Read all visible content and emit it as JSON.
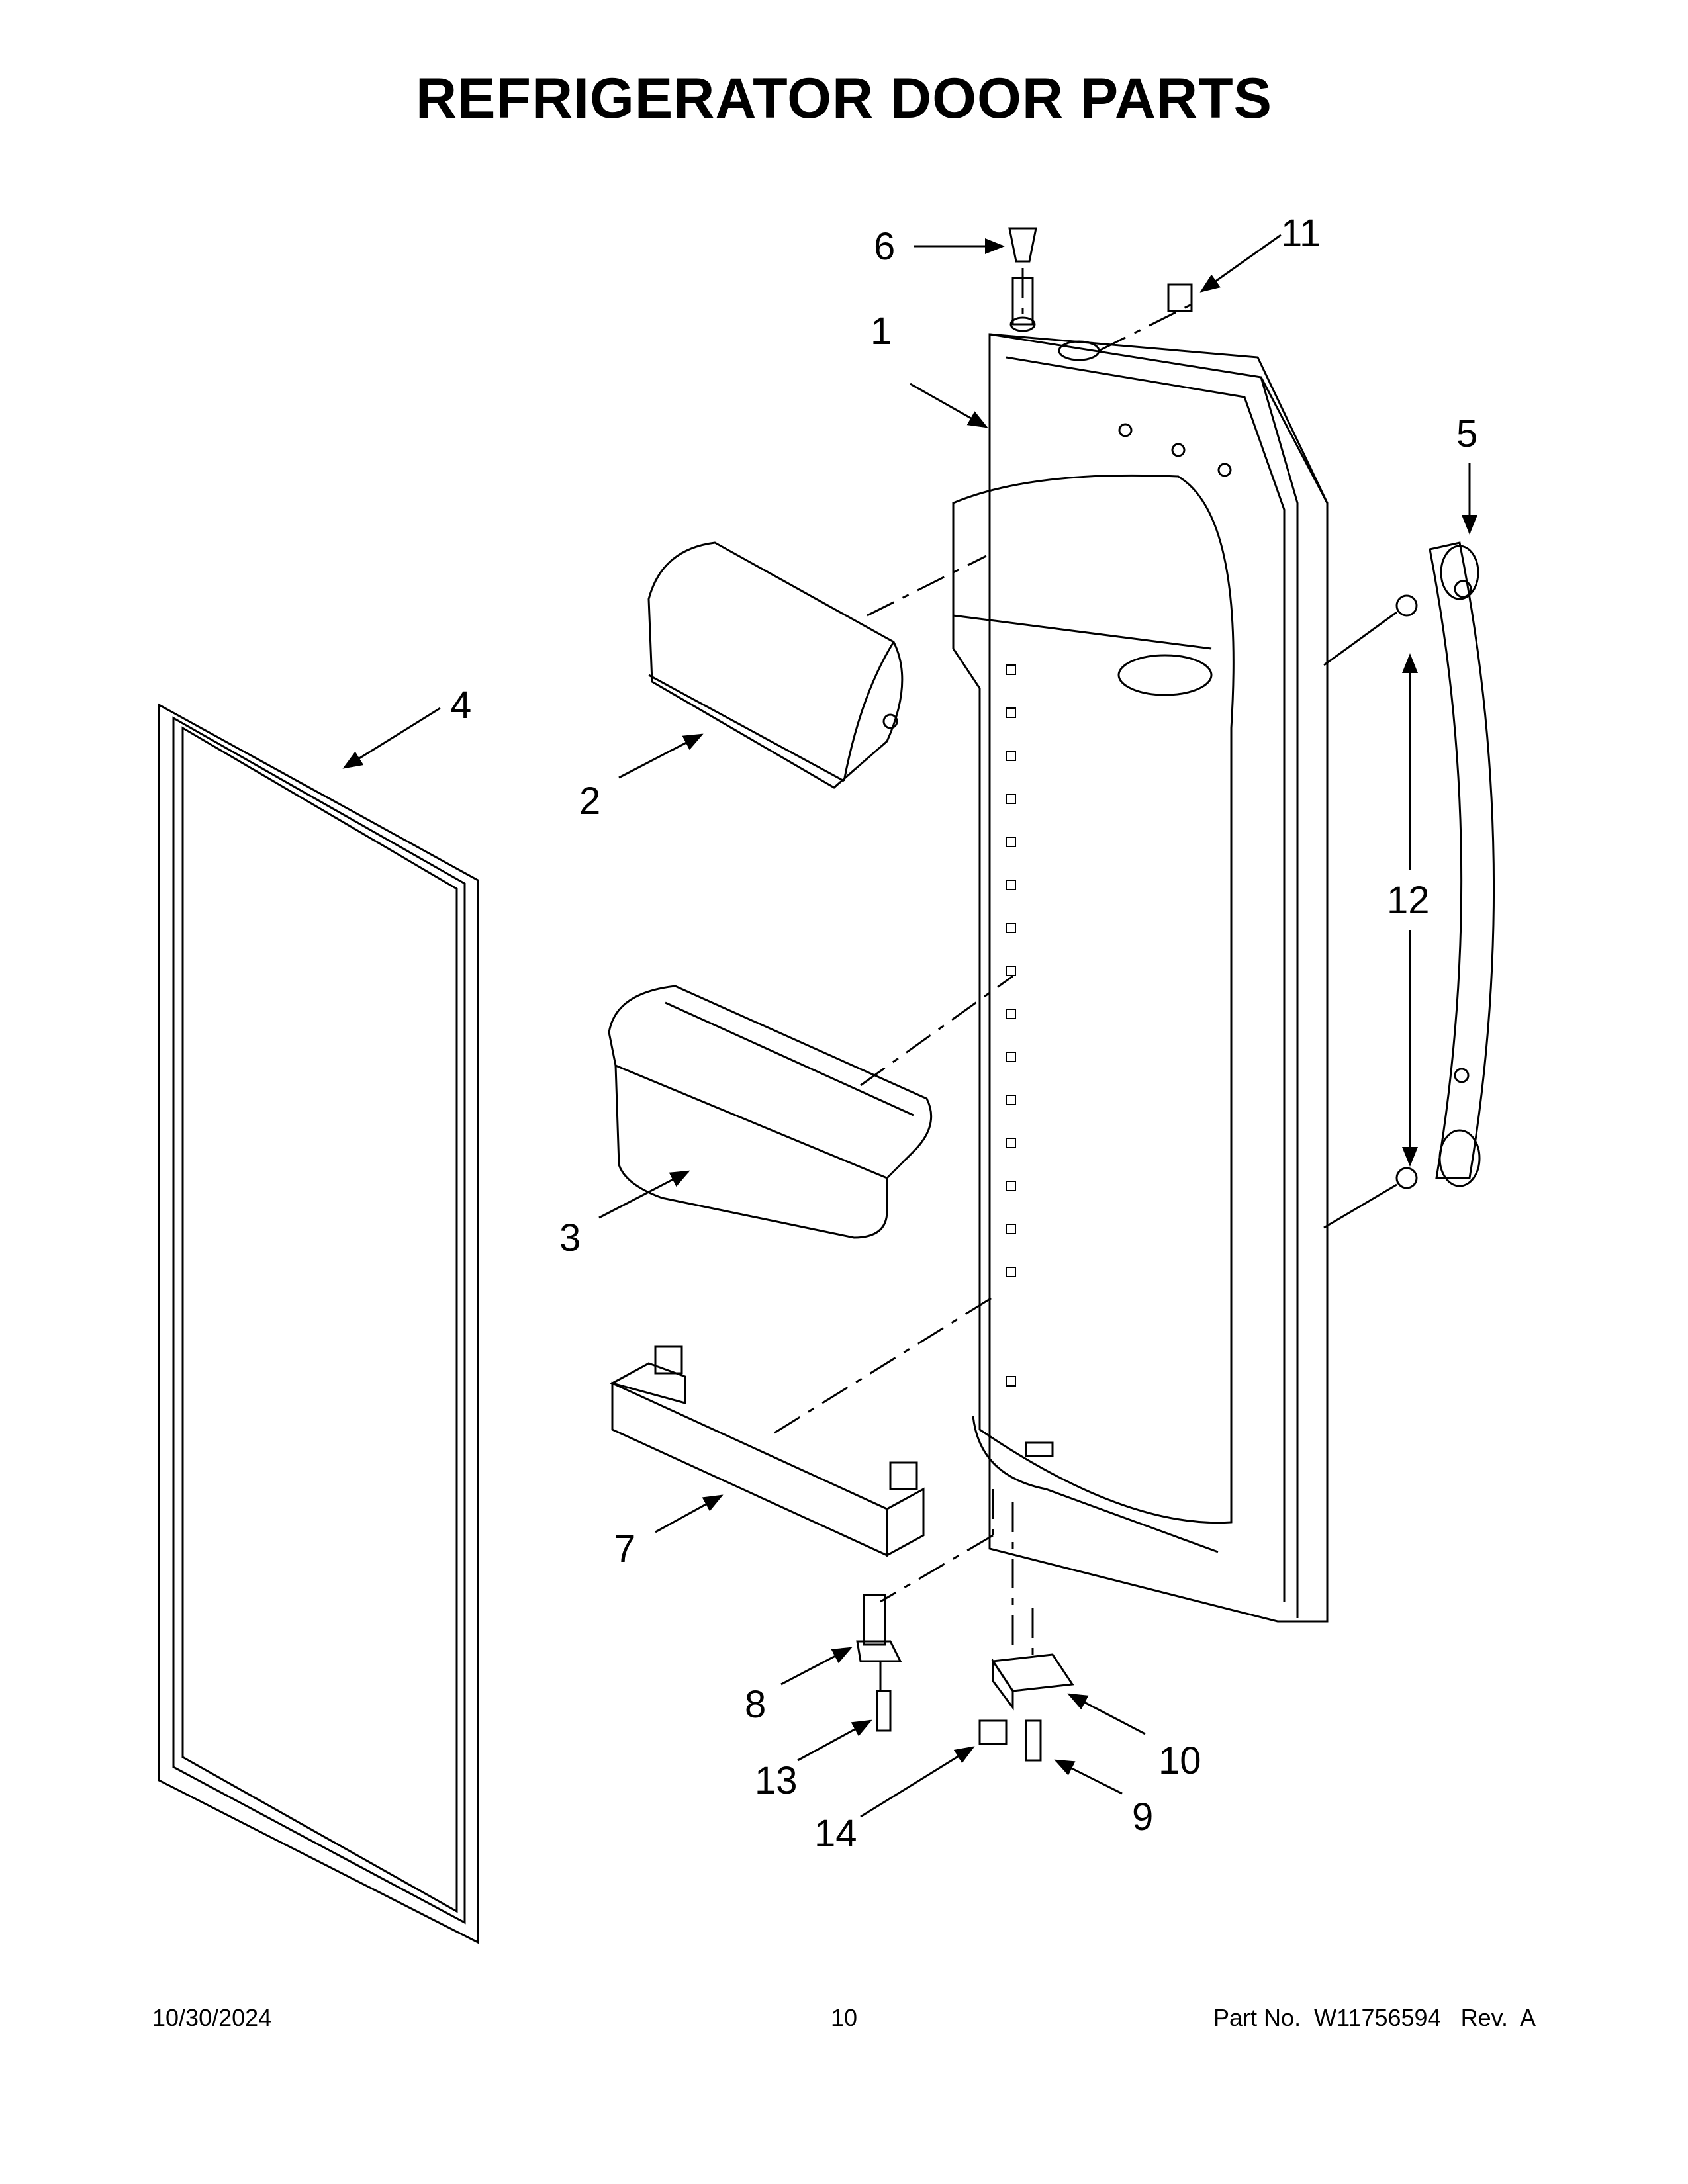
{
  "title": "REFRIGERATOR DOOR PARTS",
  "footer": {
    "date": "10/30/2024",
    "page_number": "10",
    "part_no_label": "Part No.",
    "part_no": "W11756594",
    "rev_label": "Rev.",
    "rev": "A"
  },
  "callouts": {
    "c1": "1",
    "c2": "2",
    "c3": "3",
    "c4": "4",
    "c5": "5",
    "c6": "6",
    "c7": "7",
    "c8": "8",
    "c9": "9",
    "c10": "10",
    "c11": "11",
    "c12": "12",
    "c13": "13",
    "c14": "14"
  }
}
